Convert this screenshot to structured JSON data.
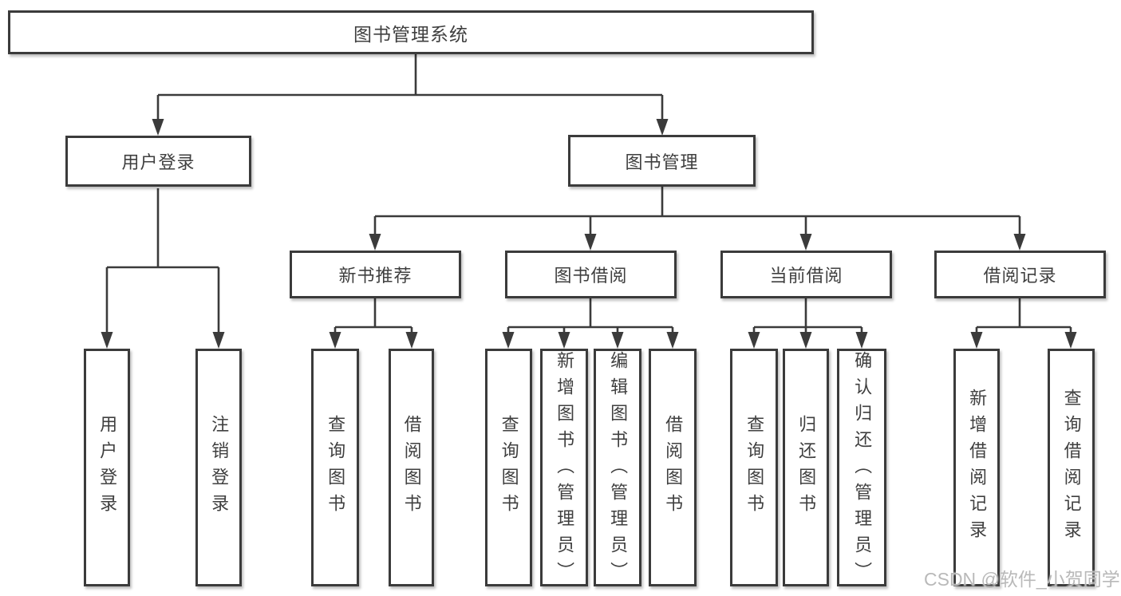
{
  "tree": {
    "root": {
      "label": "图书管理系统"
    },
    "branches": [
      {
        "label": "用户登录",
        "leaves": [
          {
            "label": "用户登录"
          },
          {
            "label": "注销登录"
          }
        ]
      },
      {
        "label": "图书管理",
        "groups": [
          {
            "label": "新书推荐",
            "leaves": [
              {
                "label": "查询图书"
              },
              {
                "label": "借阅图书"
              }
            ]
          },
          {
            "label": "图书借阅",
            "leaves": [
              {
                "label": "查询图书"
              },
              {
                "label": "新增图书（管理员）"
              },
              {
                "label": "编辑图书（管理员）"
              },
              {
                "label": "借阅图书"
              }
            ]
          },
          {
            "label": "当前借阅",
            "leaves": [
              {
                "label": "查询图书"
              },
              {
                "label": "归还图书"
              },
              {
                "label": "确认归还（管理员）"
              }
            ]
          },
          {
            "label": "借阅记录",
            "leaves": [
              {
                "label": "新增借阅记录"
              },
              {
                "label": "查询借阅记录"
              }
            ]
          }
        ]
      }
    ]
  },
  "watermark": {
    "text": "CSDN @软件_小贺同学"
  },
  "colors": {
    "line": "#3b3b3b",
    "text": "#3f3f3f",
    "background": "#ffffff",
    "watermark": "#b9b9b9"
  }
}
